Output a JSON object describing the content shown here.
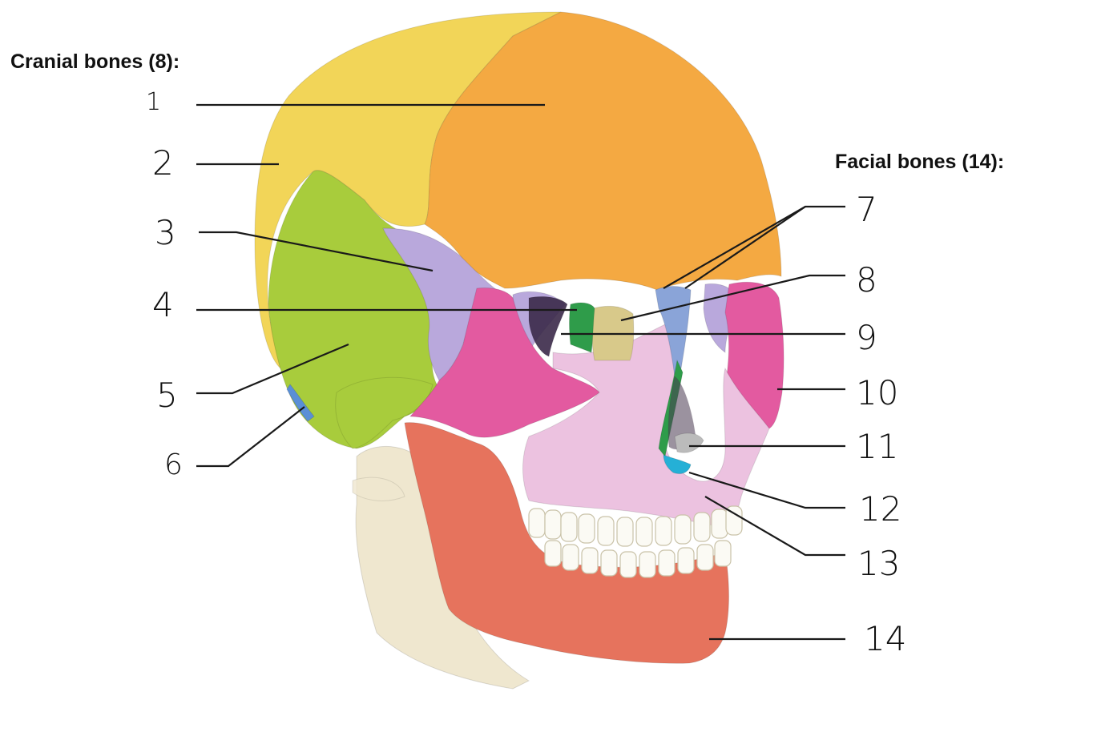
{
  "headings": {
    "cranial": "Cranial bones (8):",
    "facial": "Facial bones (14):"
  },
  "labels": [
    "1",
    "2",
    "3",
    "4",
    "5",
    "6",
    "7",
    "8",
    "9",
    "10",
    "11",
    "12",
    "13",
    "14"
  ],
  "colors": {
    "frontal": "#f4a942",
    "parietal": "#f2d558",
    "temporal": "#a8cc3c",
    "sphenoid": "#b9a8dc",
    "zygomatic": "#e35aa0",
    "maxilla": "#ecc2e0",
    "mandible": "#e6735d",
    "ethmoid": "#2f9c4a",
    "lacrimal": "#d8c98a",
    "nasal": "#8aa4d8",
    "vomer": "#25b0d6",
    "inferior_concha": "#bbbbbb",
    "occipital": "#5a8fd6",
    "vertebrae": "#efe7cf",
    "teeth": "#fbfaf4"
  }
}
